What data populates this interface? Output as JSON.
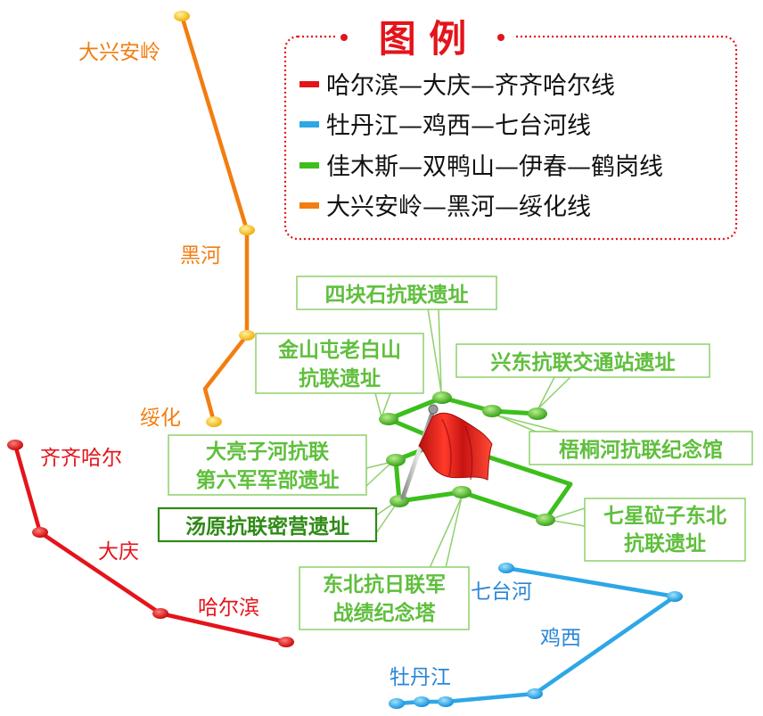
{
  "legend": {
    "title": "图 例",
    "items": [
      {
        "label": "哈尔滨—大庆—齐齐哈尔线",
        "color": "#e4141b"
      },
      {
        "label": "牡丹江—鸡西—七台河线",
        "color": "#2da7e6"
      },
      {
        "label": "佳木斯—双鸭山—伊春—鹤岗线",
        "color": "#3cbf1c"
      },
      {
        "label": "大兴安岭—黑河—绥化线",
        "color": "#f27d11"
      }
    ]
  },
  "cities": {
    "daxinganling": "大兴安岭",
    "heihe": "黑河",
    "suihua": "绥化",
    "qiqihaer": "齐齐哈尔",
    "daqing": "大庆",
    "haerbin": "哈尔滨",
    "qitaihe": "七台河",
    "jixi": "鸡西",
    "mudanjiang": "牡丹江"
  },
  "sites": {
    "sikuaishi": "四块石抗联遗址",
    "jinshantun_1": "金山屯老白山",
    "jinshantun_2": "抗联遗址",
    "xingdong": "兴东抗联交通站遗址",
    "wutonghe": "梧桐河抗联纪念馆",
    "daliangzi_1": "大亮子河抗联",
    "daliangzi_2": "第六军军部遗址",
    "tangyuan": "汤原抗联密营遗址",
    "qixinglazi_1": "七星砬子东北",
    "qixinglazi_2": "抗联遗址",
    "jinianta_1": "东北抗日联军",
    "jinianta_2": "战绩纪念塔"
  },
  "colors": {
    "red_line": "#e4141b",
    "blue_line": "#2da7e6",
    "green_line": "#3cbf1c",
    "orange_line": "#f27d11",
    "flag": "#d21a1a"
  }
}
